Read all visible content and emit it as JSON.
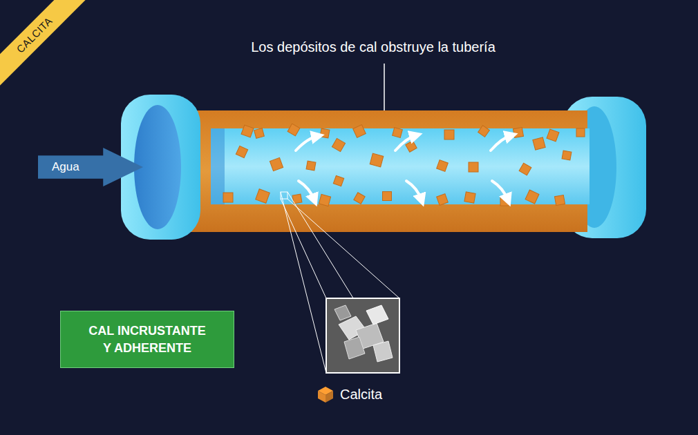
{
  "diagram": {
    "nodes": [
      {
        "text": [
          "CALCITA"
        ]
      },
      {
        "text": [
          "Agua"
        ]
      },
      {
        "text": [
          "CAL INCRUSTANTE Y ADHERENTE"
        ]
      }
    ],
    "labels": [
      "Los depósitos de cal obstruye la tubería"
    ],
    "legend": [
      {
        "text": "Calcita",
        "color": "#e38a2c"
      }
    ]
  }
}
